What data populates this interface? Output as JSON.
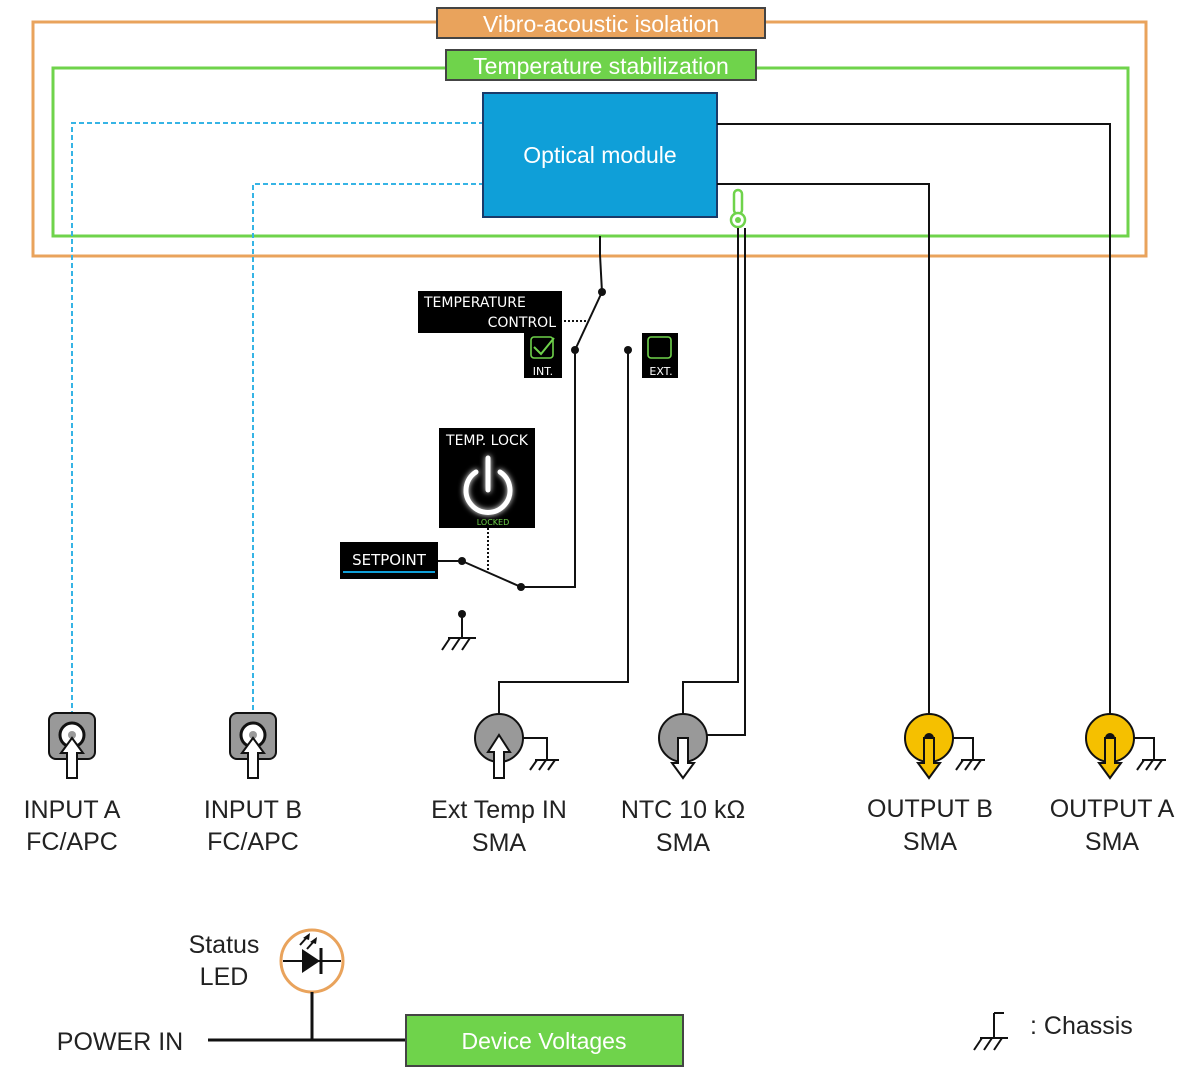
{
  "enclosures": {
    "vibro_label": "Vibro-acoustic isolation",
    "temp_label": "Temperature stabilization"
  },
  "optical_module": {
    "label": "Optical module"
  },
  "temperature_control": {
    "line1": "TEMPERATURE",
    "line2": "CONTROL",
    "int_label": "INT.",
    "ext_label": "EXT."
  },
  "temp_lock": {
    "title": "TEMP. LOCK",
    "status": "LOCKED"
  },
  "setpoint": {
    "label": "SETPOINT"
  },
  "connectors": {
    "input_a": {
      "line1": "INPUT A",
      "line2": "FC/APC"
    },
    "input_b": {
      "line1": "INPUT B",
      "line2": "FC/APC"
    },
    "ext_temp": {
      "line1": "Ext Temp IN",
      "line2": "SMA"
    },
    "ntc": {
      "line1": "NTC 10 kΩ",
      "line2": "SMA"
    },
    "output_b": {
      "line1": "OUTPUT B",
      "line2": "SMA"
    },
    "output_a": {
      "line1": "OUTPUT A",
      "line2": "SMA"
    }
  },
  "power": {
    "status_line1": "Status",
    "status_line2": "LED",
    "power_in": "POWER IN",
    "device_voltages": "Device Voltages"
  },
  "legend": {
    "chassis": ": Chassis"
  },
  "colors": {
    "vibro": "#e9a35c",
    "temp": "#6fd34b",
    "module": "#0f9fd8",
    "fiber": "#36b4e5",
    "output": "#f5c000",
    "connector_grey": "#999999",
    "led_ring": "#e9a35c"
  }
}
